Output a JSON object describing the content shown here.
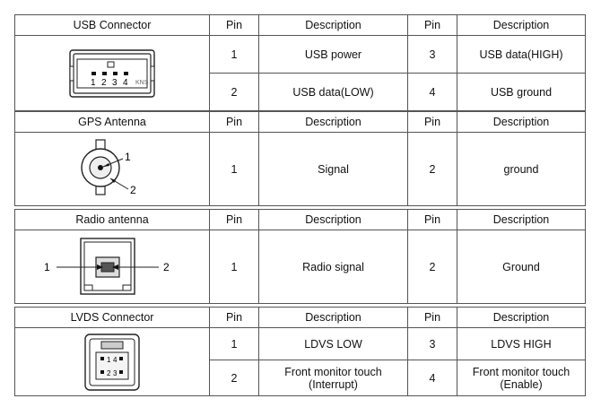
{
  "headers": {
    "pin": "Pin",
    "description": "Description"
  },
  "connectors": [
    {
      "name": "USB Connector",
      "drawing_labels": [
        "1",
        "2",
        "3",
        "4"
      ],
      "drawing_mark": "KNS",
      "rows": [
        {
          "pin_a": "1",
          "desc_a": "USB power",
          "pin_b": "3",
          "desc_b": "USB data(HIGH)"
        },
        {
          "pin_a": "2",
          "desc_a": "USB data(LOW)",
          "pin_b": "4",
          "desc_b": "USB ground"
        }
      ]
    },
    {
      "name": "GPS Antenna",
      "drawing_labels": [
        "1",
        "2"
      ],
      "rows": [
        {
          "pin_a": "1",
          "desc_a": "Signal",
          "pin_b": "2",
          "desc_b": "ground"
        }
      ]
    },
    {
      "name": "Radio antenna",
      "drawing_labels": [
        "1",
        "2"
      ],
      "rows": [
        {
          "pin_a": "1",
          "desc_a": "Radio signal",
          "pin_b": "2",
          "desc_b": "Ground"
        }
      ]
    },
    {
      "name": "LVDS Connector",
      "drawing_labels": [
        "1",
        "4",
        "2",
        "3"
      ],
      "rows": [
        {
          "pin_a": "1",
          "desc_a": "LDVS LOW",
          "pin_b": "3",
          "desc_b": "LDVS HIGH"
        },
        {
          "pin_a": "2",
          "desc_a": "Front monitor touch\n(Interrupt)",
          "pin_b": "4",
          "desc_b": "Front monitor touch\n(Enable)"
        }
      ]
    }
  ]
}
